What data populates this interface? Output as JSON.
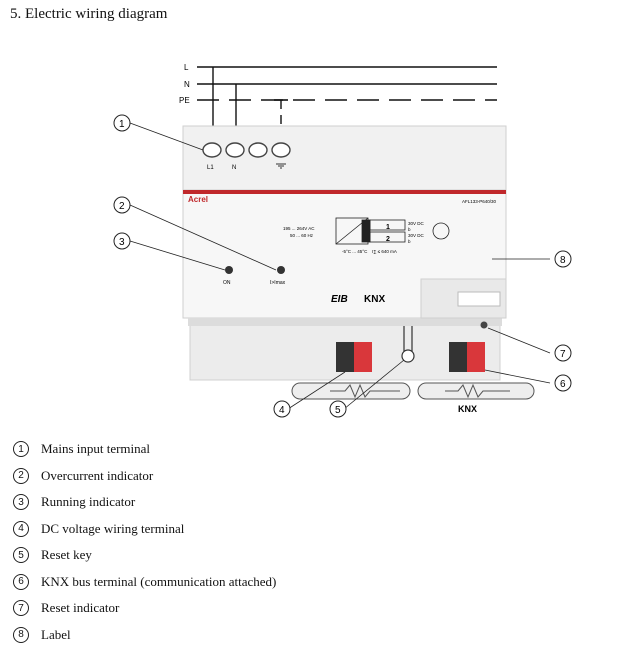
{
  "title": "5. Electric wiring diagram",
  "lines": {
    "l": "L",
    "n": "N",
    "pe": "PE"
  },
  "terminals": {
    "l1": "L1",
    "n": "N"
  },
  "brand": "Acrel",
  "model": "AFL133-P640/30",
  "spec": {
    "input_voltage": "195 ... 264V AC",
    "input_freq": "50 ... 60 Hz",
    "output1_voltage": "30V DC",
    "output1_sub": "b",
    "output2_voltage": "30V DC",
    "output2_sub": "b",
    "temp_range": "-5°C ... 45°C",
    "current": "I∑ ≤ 640 mA",
    "block1": "1",
    "block2": "2"
  },
  "indicators": {
    "on": "ON",
    "ilmax": "I>Imax"
  },
  "logos": {
    "eib": "EIB",
    "knx": "KNX"
  },
  "knx_label": "KNX",
  "callouts": [
    "1",
    "2",
    "3",
    "4",
    "5",
    "6",
    "7",
    "8"
  ],
  "legend": [
    {
      "num": "1",
      "label": "Mains input terminal"
    },
    {
      "num": "2",
      "label": "Overcurrent indicator"
    },
    {
      "num": "3",
      "label": "Running indicator"
    },
    {
      "num": "4",
      "label": "DC voltage wiring terminal"
    },
    {
      "num": "5",
      "label": "Reset key"
    },
    {
      "num": "6",
      "label": "KNX bus terminal (communication attached)"
    },
    {
      "num": "7",
      "label": "Reset indicator"
    },
    {
      "num": "8",
      "label": "Label"
    }
  ]
}
